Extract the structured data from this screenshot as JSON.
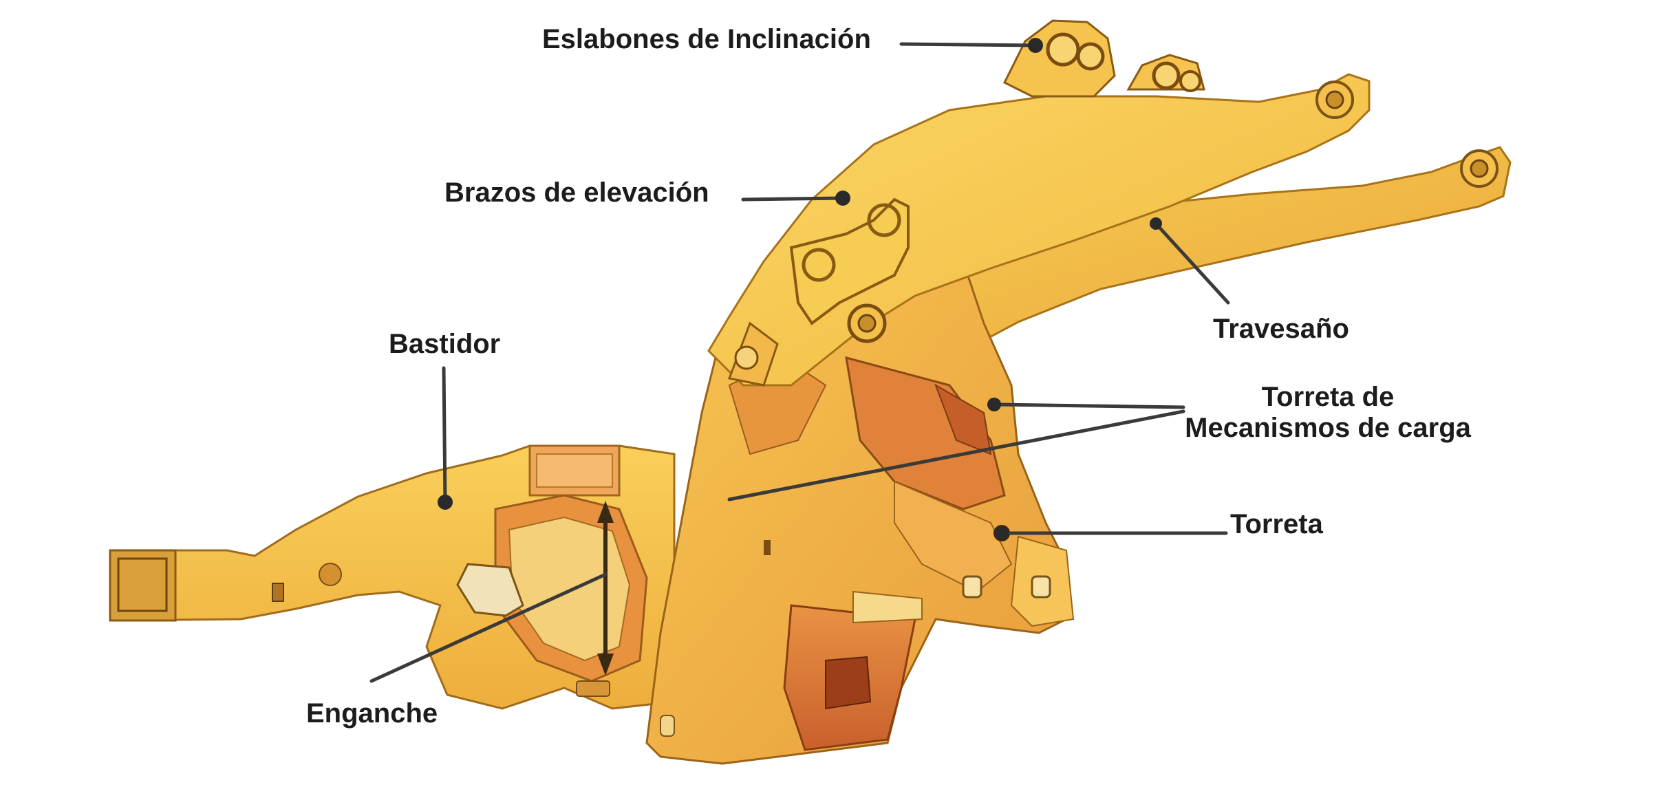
{
  "labels": {
    "eslabones": "Eslabones de Inclinación",
    "brazos": "Brazos de elevación",
    "bastidor": "Bastidor",
    "travesano": "Travesaño",
    "torreta_mecanismos_line1": "Torreta de",
    "torreta_mecanismos_line2": "Mecanismos de carga",
    "torreta": "Torreta",
    "enganche": "Enganche"
  },
  "colors": {
    "body_yellow": "#f3c54a",
    "shadow_orange": "#e49a42",
    "deep_orange": "#cf6a30",
    "outline": "#9a6a1a",
    "leader_line": "#3a3a3a"
  }
}
